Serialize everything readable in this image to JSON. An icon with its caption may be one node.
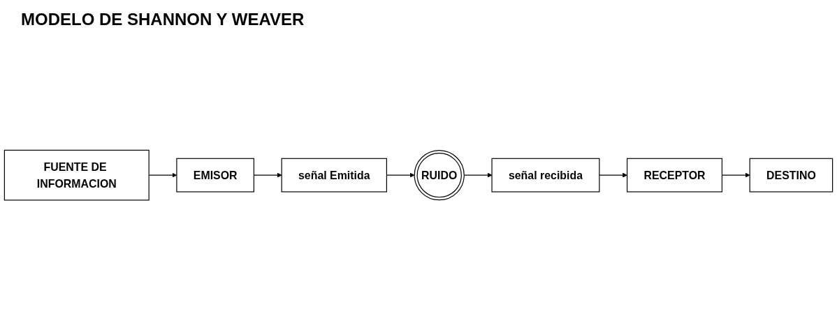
{
  "diagram": {
    "title": "MODELO DE SHANNON Y WEAVER",
    "nodes": [
      {
        "text": [
          "FUENTE DE INFORMACION"
        ]
      },
      {
        "text": [
          "EMISOR"
        ]
      },
      {
        "text": [
          "señal Emitida"
        ]
      },
      {
        "text": [
          "RUIDO"
        ]
      },
      {
        "text": [
          "señal recibida"
        ]
      },
      {
        "text": [
          "RECEPTOR"
        ]
      },
      {
        "text": [
          "DESTINO"
        ]
      }
    ],
    "edges": [
      {
        "from": 0,
        "to": 1,
        "arrow": "to"
      },
      {
        "from": 1,
        "to": 2,
        "arrow": "to"
      },
      {
        "from": 2,
        "to": 3,
        "arrow": "to"
      },
      {
        "from": 3,
        "to": 4,
        "arrow": "to"
      },
      {
        "from": 4,
        "to": 5,
        "arrow": "to"
      },
      {
        "from": 5,
        "to": 6,
        "arrow": "to"
      }
    ]
  }
}
